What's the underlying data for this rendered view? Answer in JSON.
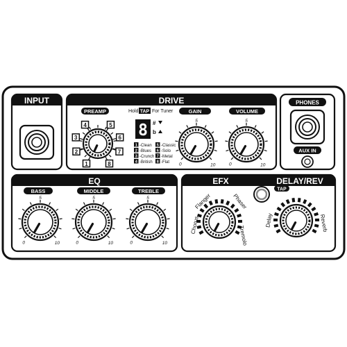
{
  "sections": {
    "input": "INPUT",
    "drive": "DRIVE",
    "phones": "PHONES",
    "eq": "EQ",
    "efx": "EFX",
    "delay_rev": "DELAY/REV"
  },
  "labels": {
    "preamp": "PREAMP",
    "gain": "GAIN",
    "volume": "VOLUME",
    "bass": "BASS",
    "middle": "MIDDLE",
    "treble": "TREBLE",
    "aux_in": "AUX IN",
    "tap": "TAP"
  },
  "tuner_hint": {
    "hold": "Hold",
    "tap": "TAP",
    "for_tuner": "For Tuner"
  },
  "display": {
    "digit": "8",
    "sharp": "#",
    "flat": "b"
  },
  "preamp_positions": [
    "1",
    "2",
    "3",
    "4",
    "5",
    "6",
    "7",
    "8"
  ],
  "preamp_models": [
    {
      "num": "1",
      "name": "Clean"
    },
    {
      "num": "2",
      "name": "Blues"
    },
    {
      "num": "3",
      "name": "Crunch"
    },
    {
      "num": "4",
      "name": "British"
    },
    {
      "num": "5",
      "name": "Classic"
    },
    {
      "num": "6",
      "name": "Solo"
    },
    {
      "num": "7",
      "name": "Metal"
    },
    {
      "num": "8",
      "name": "Flat"
    }
  ],
  "knob_scale": {
    "min": "0",
    "mid": "5",
    "max": "10"
  },
  "efx_types": [
    "Chorus",
    "Flanger",
    "Phaser",
    "Tremolo"
  ],
  "delay_types": [
    "Delay",
    "Reverb"
  ]
}
